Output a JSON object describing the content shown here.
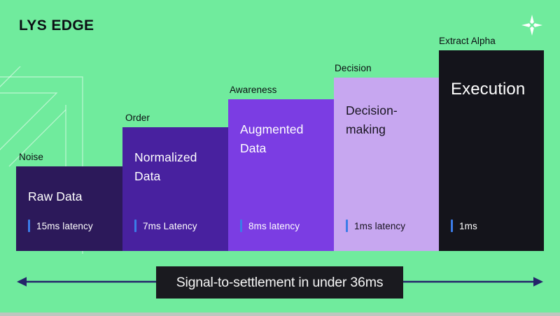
{
  "slide": {
    "title": "LYS EDGE"
  },
  "chart_data": {
    "type": "bar",
    "description": "Stepped pipeline bars rising left to right, one per processing stage",
    "stages": [
      {
        "stage_label": "Noise",
        "bar_title": "Raw Data",
        "latency_text": "15ms latency",
        "latency_ms": 15,
        "color": "#2C195A"
      },
      {
        "stage_label": "Order",
        "bar_title": "Normalized Data",
        "latency_text": "7ms Latency",
        "latency_ms": 7,
        "color": "#48219F"
      },
      {
        "stage_label": "Awareness",
        "bar_title": "Augmented Data",
        "latency_text": "8ms latency",
        "latency_ms": 8,
        "color": "#7B3DE3"
      },
      {
        "stage_label": "Decision",
        "bar_title": "Decision-making",
        "latency_text": "1ms latency",
        "latency_ms": 1,
        "color": "#C7A7F0"
      },
      {
        "stage_label": "Extract Alpha",
        "bar_title": "Execution",
        "latency_text": "1ms",
        "latency_ms": 1,
        "color": "#14141B"
      }
    ],
    "summary_banner": "Signal-to-settlement in under 36ms",
    "total_latency_ms": 36
  },
  "colors": {
    "background": "#70EB9D",
    "accent_tick": "#3B7CE8",
    "arrow": "#24246A",
    "banner_bg": "#1A1A1F"
  },
  "icons": {
    "sparkle": "four-point-sparkle"
  }
}
